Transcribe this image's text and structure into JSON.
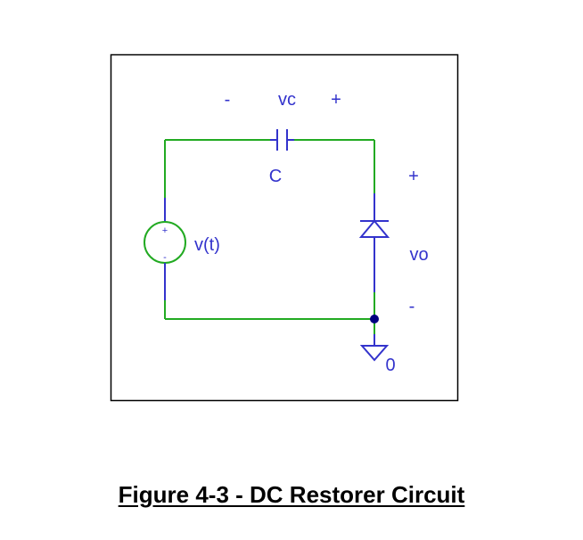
{
  "diagram": {
    "capacitor_voltage_label": "vc",
    "capacitor_minus": "-",
    "capacitor_plus": "+",
    "capacitor_name": "C",
    "source_name": "v(t)",
    "source_plus": "+",
    "source_minus": "-",
    "output_label": "vo",
    "output_plus": "+",
    "output_minus": "-",
    "ground_label": "0",
    "colors": {
      "wire": "#22aa22",
      "component": "#3333cc",
      "node": "#000080",
      "frame": "#000000"
    }
  },
  "caption": {
    "text": "Figure 4-3 - DC Restorer Circuit"
  }
}
